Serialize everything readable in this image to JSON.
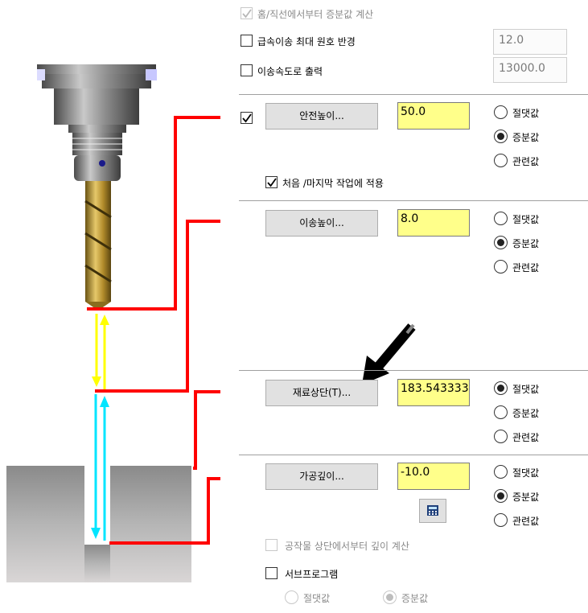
{
  "options": {
    "slot_calc": "홈/직선에서부터 증분값 계산",
    "rapid_max_arc": "급속이송 최대 원호 반경",
    "rapid_max_arc_value": "12.0",
    "feed_output": "이송속도로 출력",
    "feed_output_value": "13000.0"
  },
  "clearance": {
    "checked": true,
    "button": "안전높이...",
    "value": "50.0",
    "apply_first_last": "처음 /마지막 작업에 적용",
    "mode": "incremental"
  },
  "retract": {
    "button": "이송높이...",
    "value": "8.0",
    "mode": "incremental"
  },
  "top_of_stock": {
    "button": "재료상단(T)...",
    "value": "183.543333",
    "mode": "absolute"
  },
  "depth": {
    "button": "가공깊이...",
    "value": "-10.0",
    "mode": "incremental",
    "calc_from_top": "공작물 상단에서부터 깊이 계산",
    "subprogram": "서브프로그램",
    "sub_modes": {
      "absolute": "절댓값",
      "incremental": "증분값"
    }
  },
  "radio_labels": {
    "absolute": "절댓값",
    "incremental": "증분값",
    "associative": "관련값"
  },
  "colors": {
    "input_bg": "#ffff8a",
    "red_line": "#ff0000",
    "yellow_arrow": "#ffff00",
    "cyan_arrow": "#00e5ff"
  }
}
